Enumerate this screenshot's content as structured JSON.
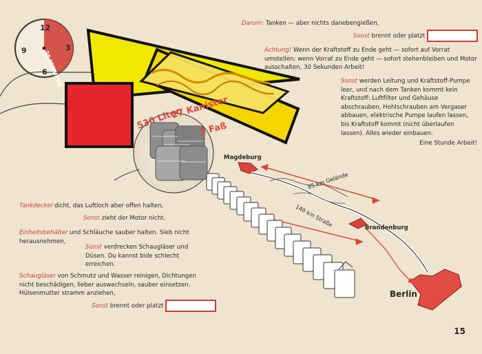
{
  "clock": {
    "label": "25 MINUTEN",
    "numbers": [
      "12",
      "3",
      "6",
      "9"
    ],
    "accent": "#d34b3f"
  },
  "banner": {
    "liters": "530 Liter",
    "kanister": "27 Kanister",
    "fass": "3 Faß"
  },
  "map": {
    "magdeburg": "Magdeburg",
    "gelaende": "85 km Gelände",
    "strasse": "140 km Straße",
    "brandenburg": "Brandenburg",
    "berlin": "Berlin"
  },
  "right_text": {
    "darum_label": "Darum:",
    "darum_text": "Tanken — aber nichts danebengießen,",
    "sonst1_label": "Sonst",
    "sonst1_text": "brennt oder platzt",
    "achtung_label": "Achtung!",
    "achtung_text": "Wenn der Kraftstoff zu Ende geht — sofort auf Vorrat umstellen; wenn Vorrat zu Ende geht — sofort stehenbleiben und Motor ausschalten, 30 Sekunden Arbeit!",
    "sonst2_label": "Sonst",
    "sonst2_text": "werden Leitung und Kraftstoff-Pumpe leer, und nach dem Tanken kommt kein Kraftstoff: Luftfilter und Gehäuse abschrauben, Hohlschrauben am Vergaser abbauen, elektrische Pumpe laufen lassen, bis Kraftstoff kommt (nicht überlaufen lassen). Alles wieder einbauen.",
    "stunde": "Eine Stunde Arbeit!"
  },
  "left_text": {
    "tankdeckel_label": "Tankdeckel",
    "tankdeckel_text": "dicht, das Luftloch aber offen halten,",
    "sonst3_label": "Sonst",
    "sonst3_text": "zieht der Motor nicht.",
    "einheits_label": "Einheitsbehälter",
    "einheits_text": "und Schläuche sauber halten. Sieb nicht herausnehmen,",
    "sonst4_label": "Sonst",
    "sonst4_text": "verdrecken Schaugläser und Düsen. Du kannst bide schlecht erreichen.",
    "schau_label": "Schaugläser",
    "schau_text": "von Schmutz und Wasser reinigen, Dichtungen nicht beschädigen, lieber auswechseln, sauber einsetzen. Hülsenmutter stramm anziehen,",
    "sonst5_label": "Sonst",
    "sonst5_text": "brennt oder platzt"
  },
  "page_number": "15"
}
